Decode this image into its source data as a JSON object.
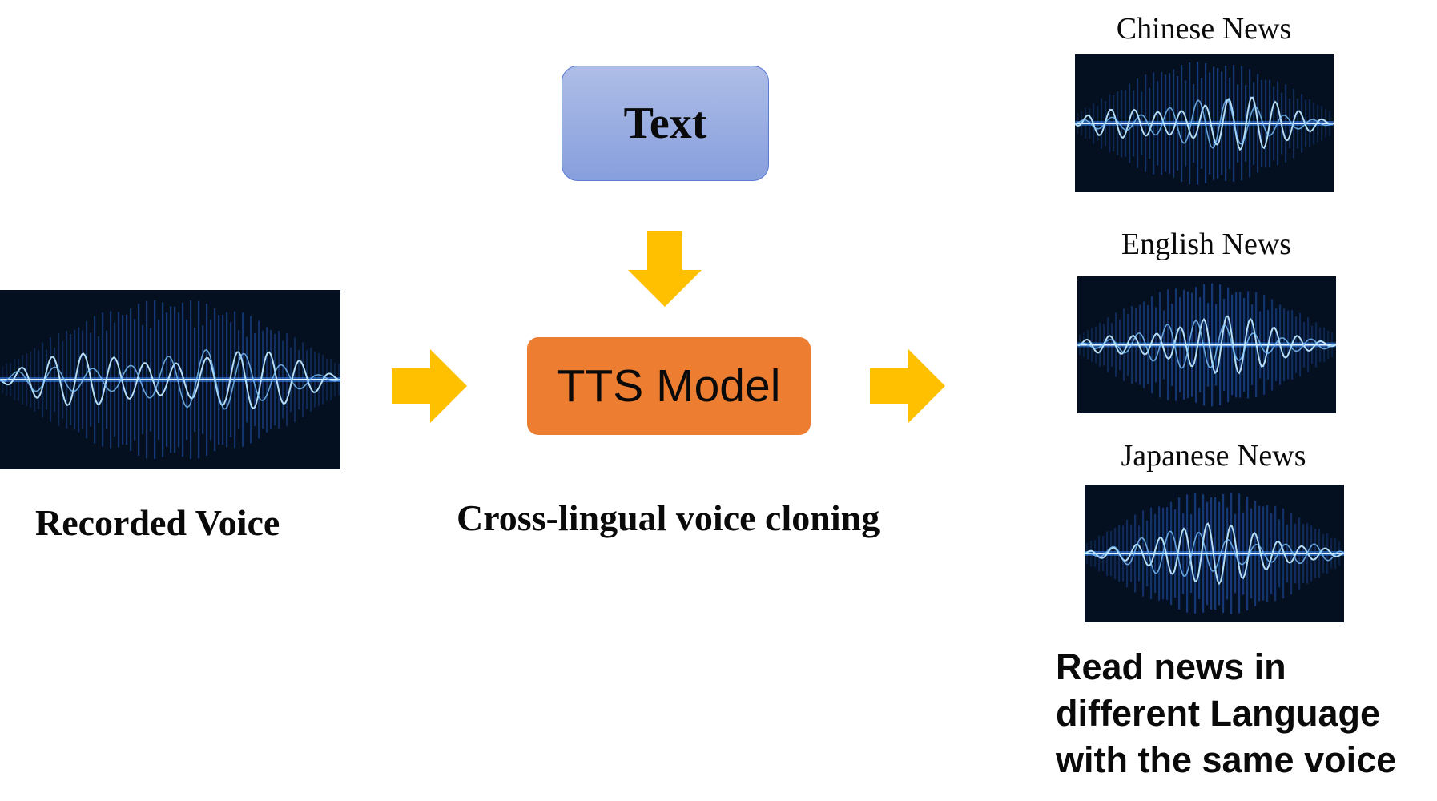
{
  "input": {
    "label": "Recorded Voice"
  },
  "text_box": {
    "label": "Text",
    "color": "#8fa6e0"
  },
  "model_box": {
    "label": "TTS Model",
    "color": "#ed7d31"
  },
  "caption": "Cross-lingual voice cloning",
  "outputs": [
    {
      "label": "Chinese News"
    },
    {
      "label": "English News"
    },
    {
      "label": "Japanese News"
    }
  ],
  "note": {
    "lines": [
      "Read news in",
      "different Language",
      "with the same voice"
    ]
  },
  "colors": {
    "arrow": "#ffc000",
    "wave_background": "#04101f",
    "wave_line": "#bfe8ff",
    "wave_glow": "#2f7bff"
  },
  "icons": {
    "arrow_right": "arrow-right-icon",
    "arrow_down": "arrow-down-icon",
    "waveform": "sound-waveform-icon"
  }
}
